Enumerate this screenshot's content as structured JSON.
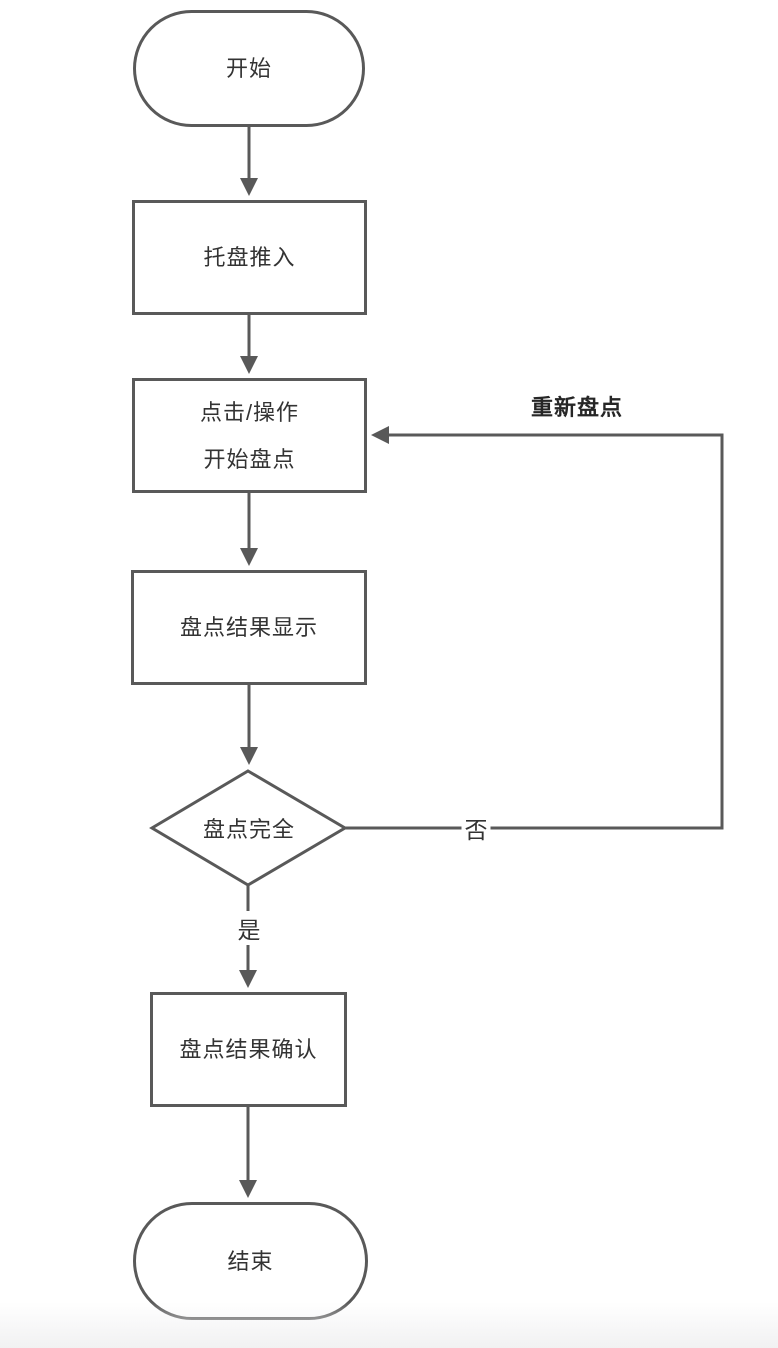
{
  "colors": {
    "stroke": "#595959",
    "text": "#333333",
    "text_bold": "#262626",
    "background": "#ffffff",
    "fade": "#f1f1f2"
  },
  "flowchart": {
    "nodes": [
      {
        "id": "start",
        "type": "terminator",
        "label": "开始"
      },
      {
        "id": "tray-insert",
        "type": "process",
        "label": "托盘推入"
      },
      {
        "id": "start-inventory",
        "type": "process",
        "lines": [
          "点击/操作",
          "开始盘点"
        ]
      },
      {
        "id": "result-display",
        "type": "process",
        "label": "盘点结果显示"
      },
      {
        "id": "inventory-complete",
        "type": "decision",
        "label": "盘点完全"
      },
      {
        "id": "result-confirm",
        "type": "process",
        "label": "盘点结果确认"
      },
      {
        "id": "end",
        "type": "terminator",
        "label": "结束"
      }
    ],
    "edge_labels": {
      "yes": "是",
      "no": "否",
      "redo": "重新盘点"
    }
  }
}
